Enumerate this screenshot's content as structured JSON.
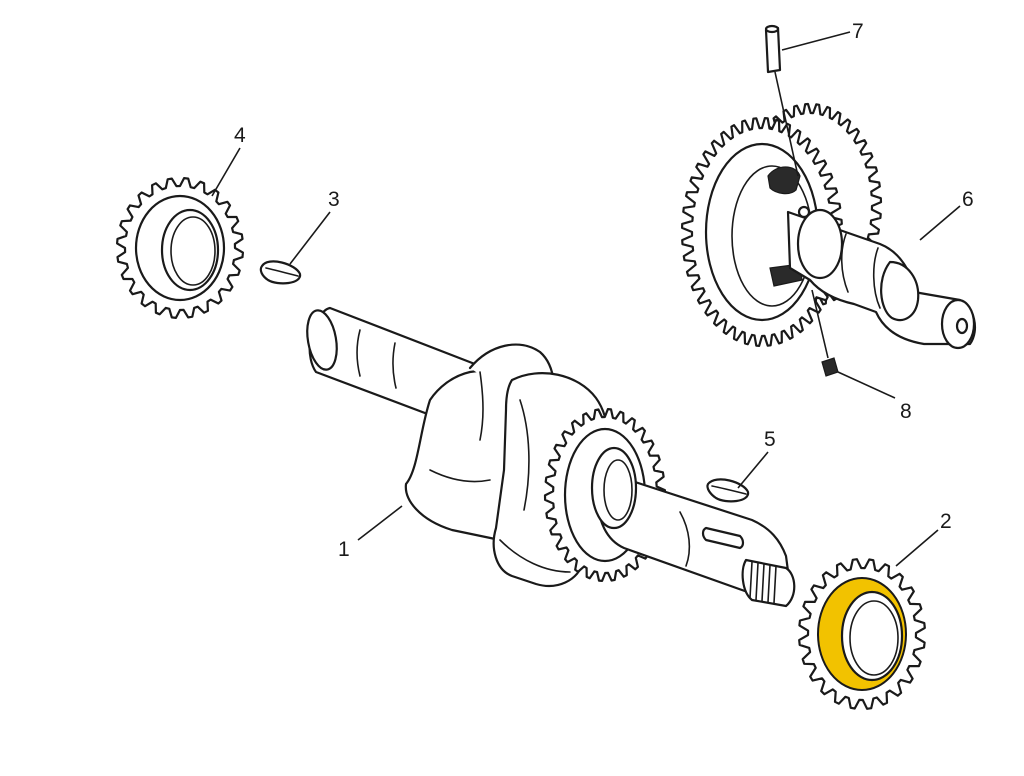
{
  "diagram": {
    "highlight_color": "#f2c200",
    "line_color": "#1a1a1a",
    "parts": [
      {
        "id": "crankshaft",
        "label": "1"
      },
      {
        "id": "crank-gear",
        "label": "2"
      },
      {
        "id": "key-left",
        "label": "3"
      },
      {
        "id": "governor-gear",
        "label": "4"
      },
      {
        "id": "key-right",
        "label": "5"
      },
      {
        "id": "camshaft",
        "label": "6"
      },
      {
        "id": "pin",
        "label": "7"
      },
      {
        "id": "spring-ball",
        "label": "8"
      }
    ]
  }
}
